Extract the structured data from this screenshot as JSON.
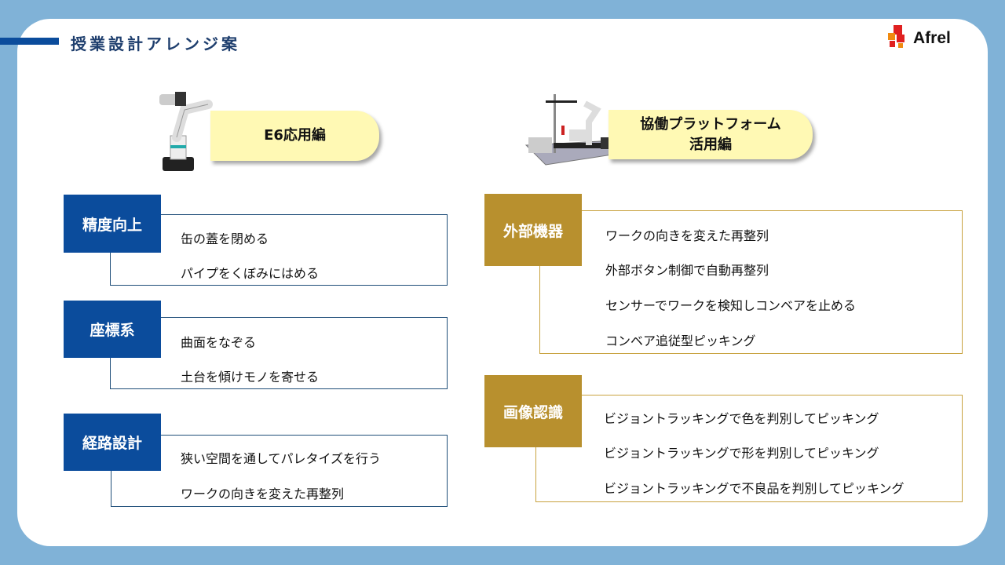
{
  "title": "授業設計アレンジ案",
  "logo": "Afrel",
  "left": {
    "pill": "E6応用編",
    "groups": [
      {
        "label": "精度向上",
        "items": [
          "缶の蓋を閉める",
          "パイプをくぼみにはめる"
        ]
      },
      {
        "label": "座標系",
        "items": [
          "曲面をなぞる",
          "土台を傾けモノを寄せる"
        ]
      },
      {
        "label": "経路設計",
        "items": [
          "狭い空間を通してパレタイズを行う",
          "ワークの向きを変えた再整列"
        ]
      }
    ]
  },
  "right": {
    "pill_line1": "協働プラットフォーム",
    "pill_line2": "活用編",
    "groups": [
      {
        "label": "外部機器",
        "items": [
          "ワークの向きを変えた再整列",
          "外部ボタン制御で自動再整列",
          "センサーでワークを検知しコンベアを止める",
          "コンベア追従型ピッキング"
        ]
      },
      {
        "label": "画像認識",
        "items": [
          "ビジョントラッキングで色を判別してピッキング",
          "ビジョントラッキングで形を判別してピッキング",
          "ビジョントラッキングで不良品を判別してピッキング"
        ]
      }
    ]
  },
  "colors": {
    "blue": "#0b4c9c",
    "gold": "#b8902e",
    "pill": "#fff9b4",
    "bg": "#80b2d7"
  }
}
